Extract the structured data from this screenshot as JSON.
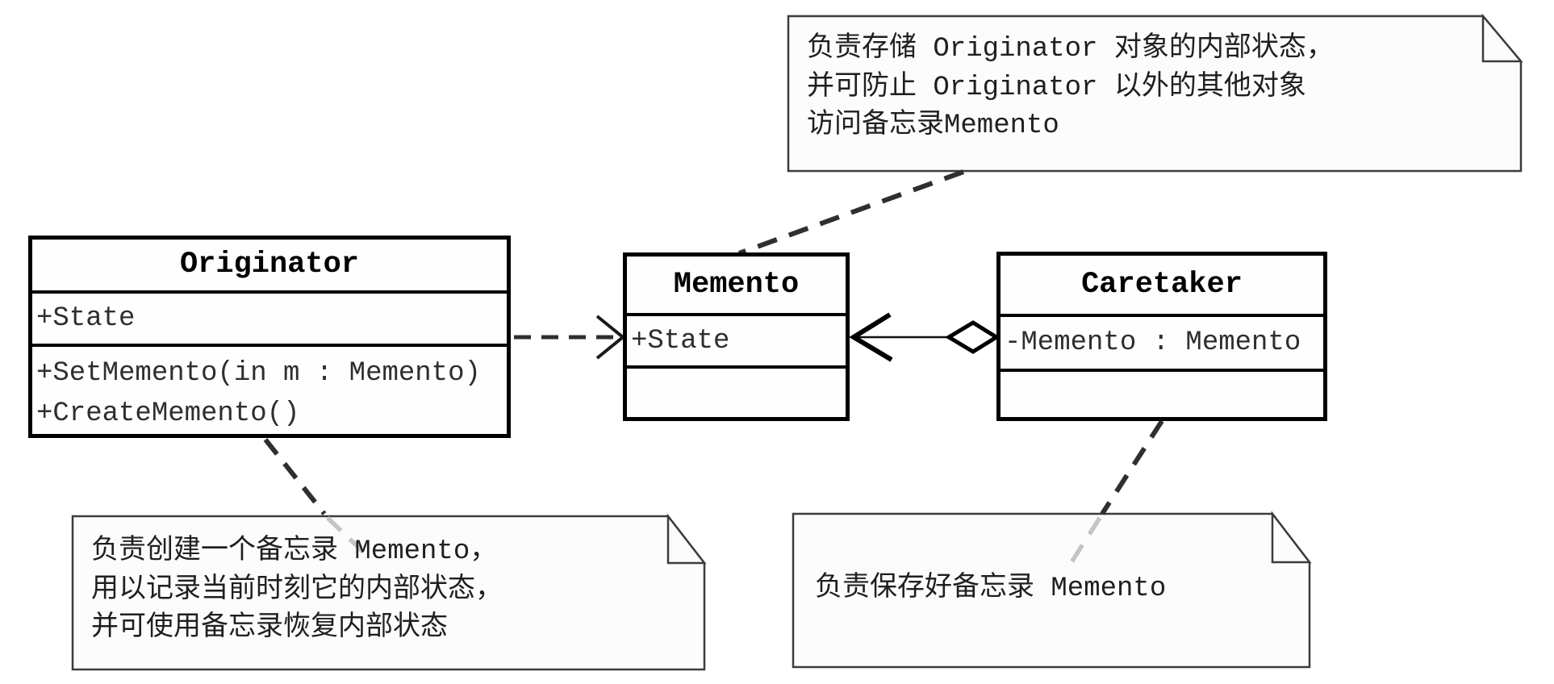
{
  "diagram": {
    "title": "Memento design pattern UML class diagram",
    "classes": [
      {
        "name": "Originator",
        "attributes": [
          "+State"
        ],
        "methods": [
          "+SetMemento(in m : Memento)",
          "+CreateMemento()"
        ]
      },
      {
        "name": "Memento",
        "attributes": [
          "+State"
        ],
        "methods": []
      },
      {
        "name": "Caretaker",
        "attributes": [
          "-Memento : Memento"
        ],
        "methods": []
      }
    ],
    "notes": [
      {
        "attached_to": "Memento",
        "lines": [
          "负责存储 Originator 对象的内部状态，",
          "并可防止 Originator 以外的其他对象",
          "访问备忘录Memento"
        ]
      },
      {
        "attached_to": "Originator",
        "lines": [
          "负责创建一个备忘录 Memento，",
          "用以记录当前时刻它的内部状态，",
          "并可使用备忘录恢复内部状态"
        ]
      },
      {
        "attached_to": "Caretaker",
        "lines": [
          "负责保存好备忘录 Memento"
        ]
      }
    ],
    "relationships": [
      {
        "type": "dependency",
        "from": "Originator",
        "to": "Memento",
        "style": "dashed line, open arrowhead"
      },
      {
        "type": "aggregation",
        "from": "Caretaker",
        "to": "Memento",
        "style": "solid line, open diamond at Caretaker, open arrowhead at Memento"
      },
      {
        "type": "note-anchor",
        "from": "note",
        "to": "Memento",
        "style": "dashed"
      },
      {
        "type": "note-anchor",
        "from": "note",
        "to": "Originator",
        "style": "dashed"
      },
      {
        "type": "note-anchor",
        "from": "note",
        "to": "Caretaker",
        "style": "dashed"
      }
    ],
    "colors": {
      "background": "#ffffff",
      "class_border": "#000000",
      "note_border": "#3c3c3c",
      "note_fill": "#fcfcfc",
      "connector_dark": "#2f2f2f",
      "connector_faded": "#c4c4c4"
    }
  }
}
